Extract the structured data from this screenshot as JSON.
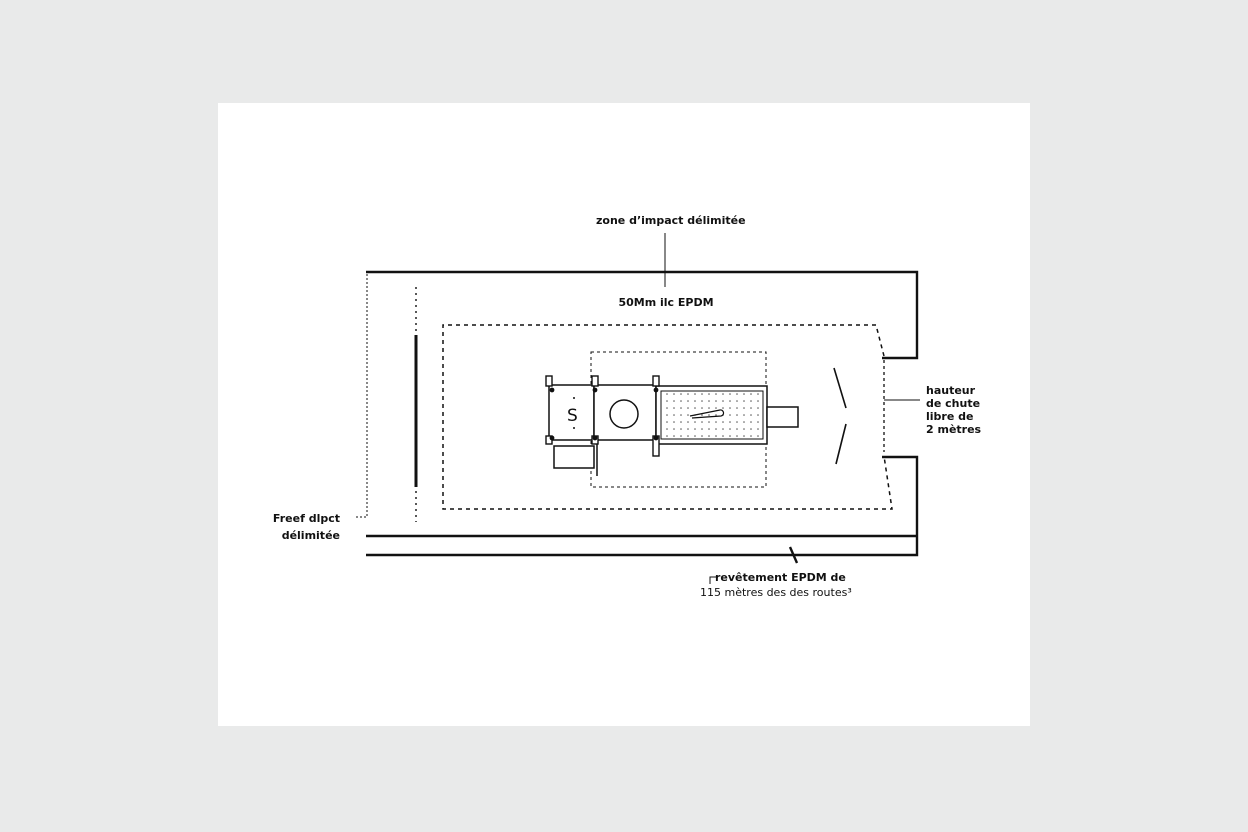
{
  "labels": {
    "impact_zone": "zone d’impact délimitée",
    "epdm_thickness": "50Mm ilc EPDM",
    "fall_height": [
      "hauteur",
      "de chute",
      "libre de",
      "2 mètres"
    ],
    "free_zone": [
      "Freef dlpct",
      "délimitée"
    ],
    "surface_line1": "revêtement EPDM de",
    "surface_line2": "115 mètres des des routes³"
  },
  "equipment_marks": {
    "module_letter": "S"
  },
  "colors": {
    "background": "#e9eaea",
    "sheet": "#ffffff",
    "ink": "#111111",
    "platform_fill": "#f1f1f1"
  }
}
